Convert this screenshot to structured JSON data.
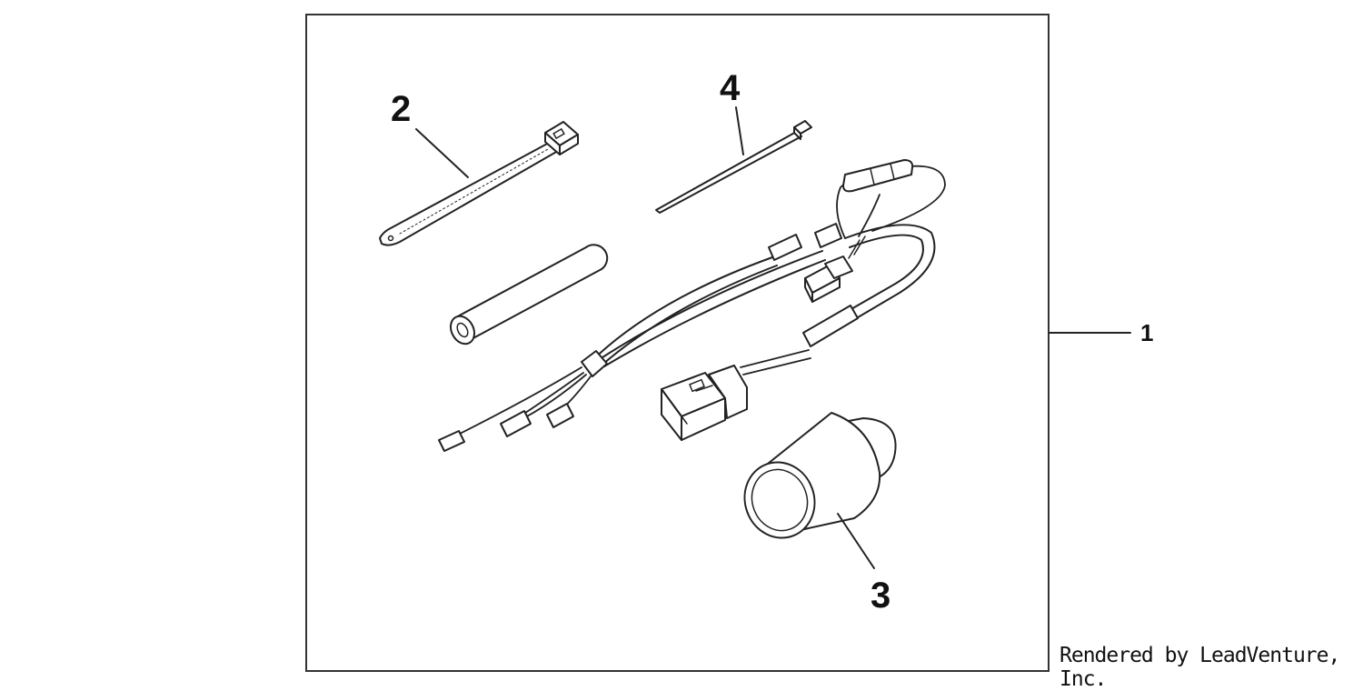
{
  "diagram": {
    "callouts": [
      {
        "id": "1",
        "label": "1"
      },
      {
        "id": "2",
        "label": "2"
      },
      {
        "id": "3",
        "label": "3"
      },
      {
        "id": "4",
        "label": "4"
      }
    ],
    "parts": [
      {
        "name": "wire-harness",
        "callout": "1"
      },
      {
        "name": "cable-tie-large",
        "callout": "2"
      },
      {
        "name": "socket-cap",
        "callout": "3"
      },
      {
        "name": "cable-tie-small",
        "callout": "4"
      }
    ]
  },
  "credit": "Rendered by LeadVenture, Inc.",
  "colors": {
    "line": "#222222",
    "background": "#ffffff"
  }
}
